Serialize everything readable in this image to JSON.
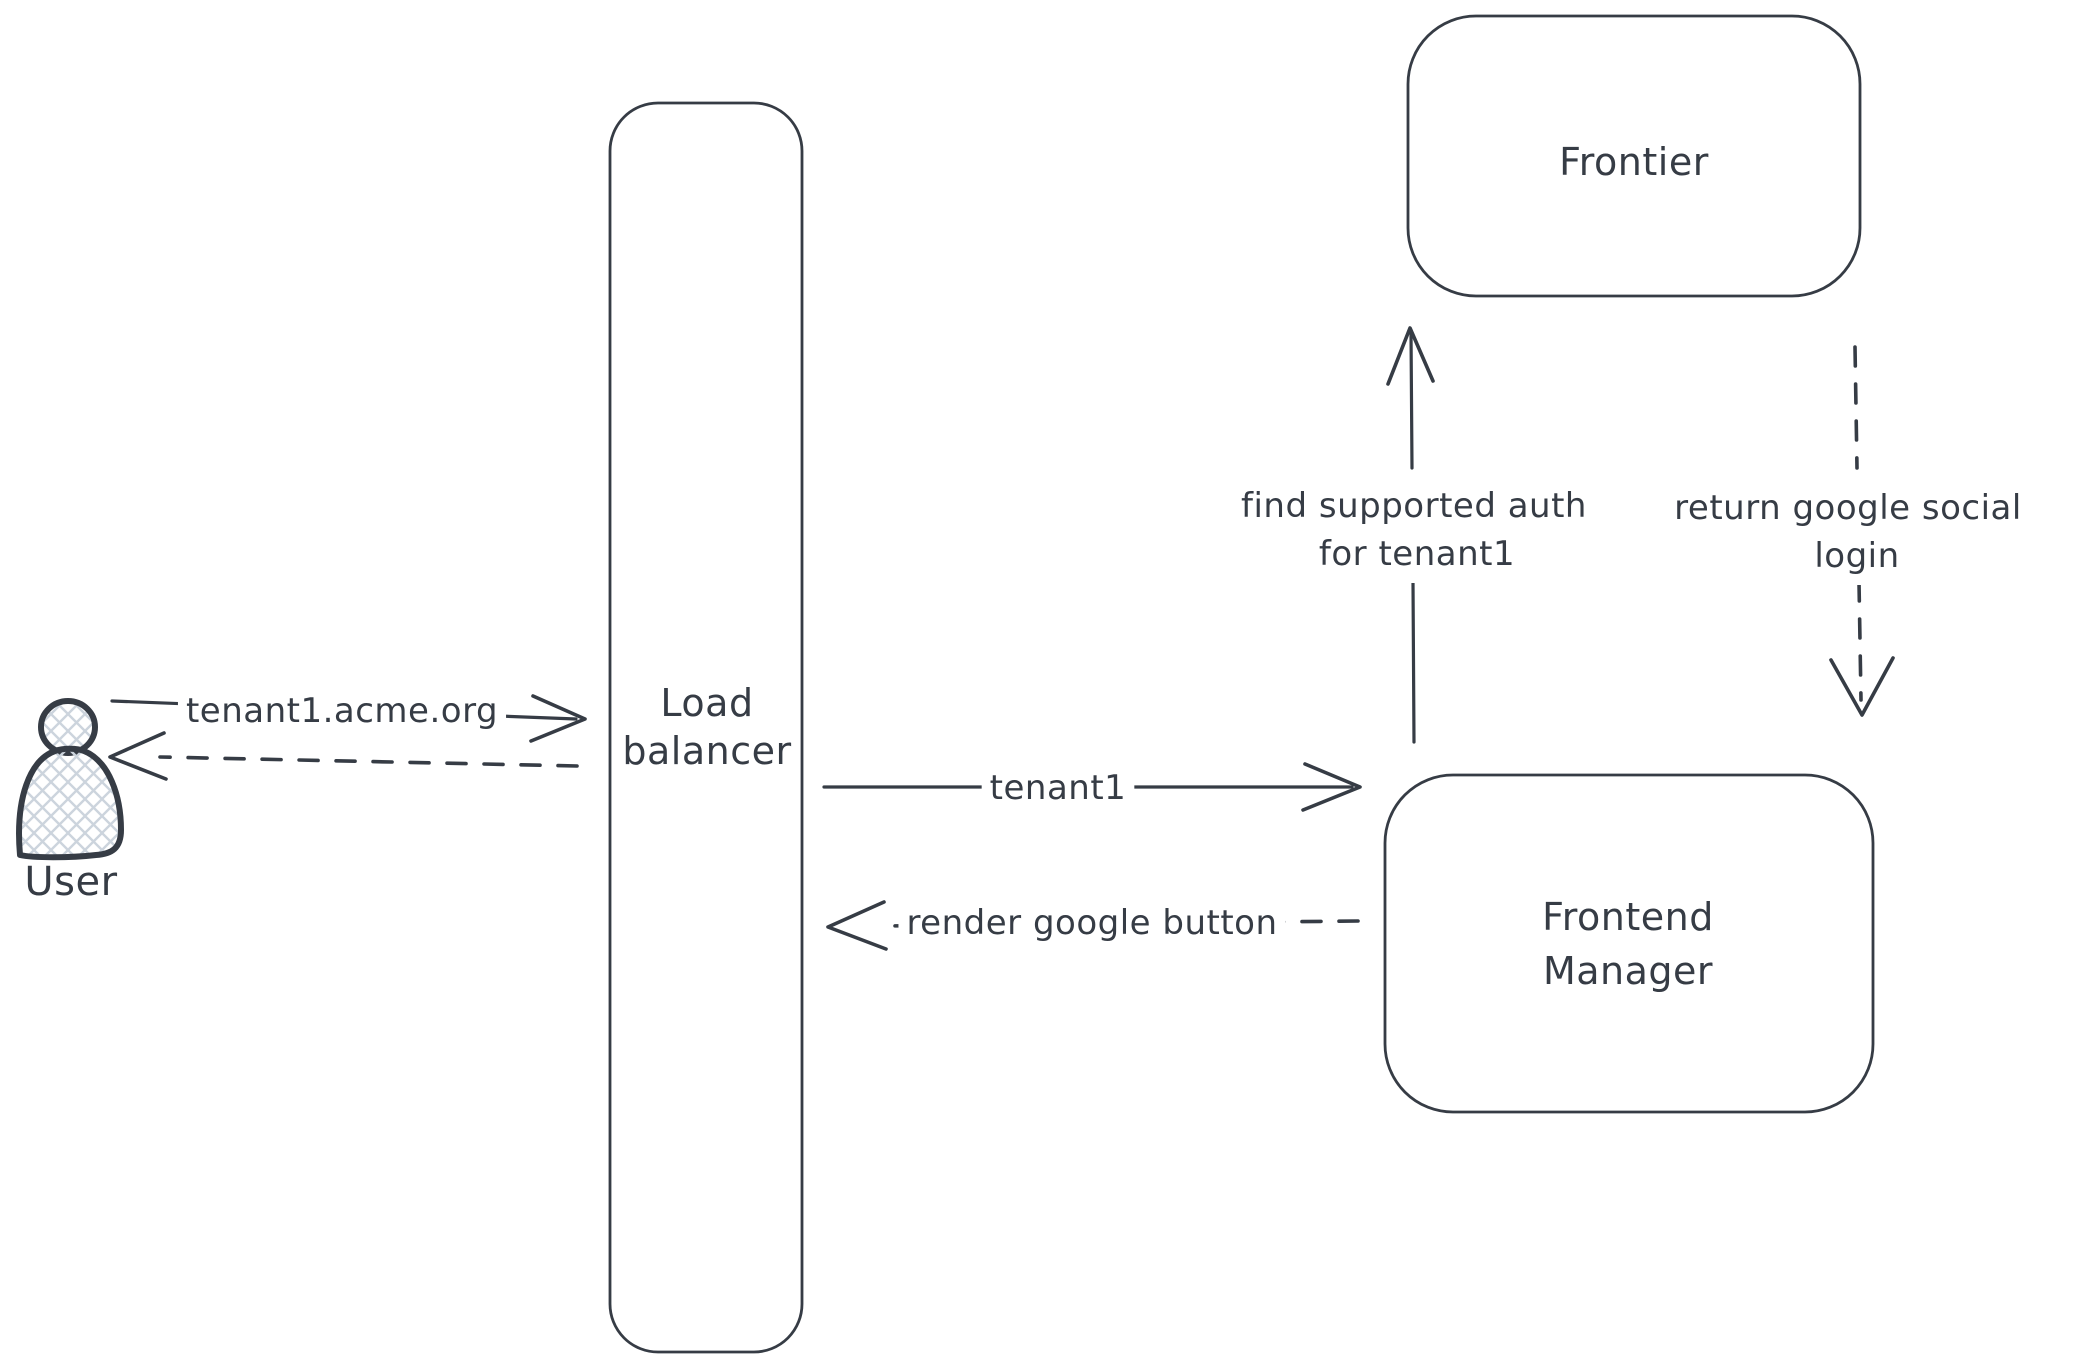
{
  "canvas": {
    "background": "#ffffff",
    "stroke_color": "#363c45",
    "hatch_color": "#ccd4dd"
  },
  "actors": {
    "user": {
      "label": "User"
    },
    "load_balancer": {
      "lines": [
        "Load",
        "balancer"
      ]
    },
    "frontier": {
      "label": "Frontier"
    },
    "frontend_manager": {
      "lines": [
        "Frontend",
        "Manager"
      ]
    }
  },
  "messages": {
    "user_to_lb": {
      "label": "tenant1.acme.org",
      "style": "solid"
    },
    "lb_to_user": {
      "label": "",
      "style": "dashed"
    },
    "lb_to_fm": {
      "label": "tenant1",
      "style": "solid"
    },
    "fm_to_lb": {
      "label": "render google button",
      "style": "dashed"
    },
    "fm_to_frontier": {
      "lines": [
        "find supported auth",
        "for tenant1"
      ],
      "style": "solid"
    },
    "frontier_to_fm": {
      "lines": [
        "return google social",
        "login"
      ],
      "style": "dashed"
    }
  }
}
